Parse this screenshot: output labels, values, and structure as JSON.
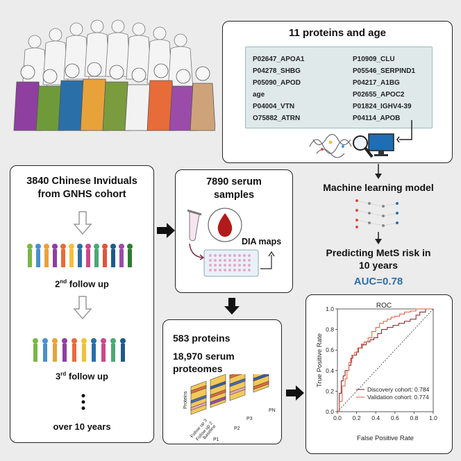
{
  "proteins_panel": {
    "title": "11 proteins and age",
    "items_left": [
      "P02647_APOA1",
      "P04278_SHBG",
      "P05090_APOD",
      "age",
      "P04004_VTN",
      "O75882_ATRN"
    ],
    "items_right": [
      "P10909_CLU",
      "P05546_SERPIND1",
      "P04217_A1BG",
      "P02655_APOC2",
      "P01824_IGHV4-39",
      "P04114_APOB"
    ]
  },
  "cohort_panel": {
    "title_line1": "3840 Chinese Inviduals",
    "title_line2": "from GNHS cohort",
    "follow2_num": "2",
    "follow2_sup": "nd",
    "follow2_rest": " follow up",
    "follow3_num": "3",
    "follow3_sup": "rd",
    "follow3_rest": " follow up",
    "footer": "over 10 years"
  },
  "serum_panel": {
    "title_line1": "7890 serum",
    "title_line2": "samples",
    "dia_label": "DIA maps"
  },
  "proteome_panel": {
    "line1": "583 proteins",
    "line2": "18,970 serum",
    "line3": "proteomes",
    "axis_proteins": "Proteins",
    "axis_followup3": "Follow up 3",
    "axis_followup2": "Follow up 2",
    "axis_baseline": "Baseline",
    "p1": "P1",
    "p2": "P2",
    "p3": "P3",
    "pn": "PN"
  },
  "model": {
    "ml_label": "Machine learning model",
    "predict_line1": "Predicting MetS risk in",
    "predict_line2": "10 years",
    "auc": "AUC=0.78",
    "auc_color": "#2f6ea8"
  },
  "chart_data": {
    "type": "line",
    "title": "ROC",
    "xlabel": "False Positive Rate",
    "ylabel": "True Positive Rate",
    "xlim": [
      0,
      1
    ],
    "ylim": [
      0,
      1
    ],
    "xticks": [
      "0.0",
      "0.2",
      "0.4",
      "0.6",
      "0.8",
      "1.0"
    ],
    "yticks": [
      "0.0",
      "0.2",
      "0.4",
      "0.6",
      "0.8",
      "1.0"
    ],
    "legend_position": "bottom-right",
    "series": [
      {
        "name": "Discovery cohort: 0.784",
        "color": "#7a1a1a",
        "x": [
          0,
          0.02,
          0.04,
          0.06,
          0.08,
          0.1,
          0.12,
          0.14,
          0.16,
          0.2,
          0.22,
          0.26,
          0.3,
          0.34,
          0.38,
          0.42,
          0.46,
          0.52,
          0.58,
          0.64,
          0.7,
          0.76,
          0.82,
          0.86,
          0.92,
          1.0
        ],
        "y": [
          0,
          0.18,
          0.3,
          0.35,
          0.4,
          0.4,
          0.45,
          0.52,
          0.55,
          0.58,
          0.62,
          0.65,
          0.68,
          0.7,
          0.72,
          0.76,
          0.8,
          0.82,
          0.84,
          0.86,
          0.88,
          0.9,
          0.94,
          0.97,
          1.0,
          1.0
        ]
      },
      {
        "name": "Validation cohort: 0.774",
        "color": "#e0553a",
        "x": [
          0,
          0.02,
          0.05,
          0.08,
          0.1,
          0.12,
          0.15,
          0.18,
          0.21,
          0.25,
          0.28,
          0.32,
          0.36,
          0.4,
          0.44,
          0.48,
          0.52,
          0.56,
          0.6,
          0.65,
          0.7,
          0.76,
          0.82,
          0.88,
          0.94,
          1.0
        ],
        "y": [
          0,
          0.1,
          0.25,
          0.32,
          0.4,
          0.48,
          0.55,
          0.58,
          0.62,
          0.66,
          0.68,
          0.72,
          0.78,
          0.82,
          0.86,
          0.88,
          0.9,
          0.92,
          0.93,
          0.95,
          0.97,
          0.98,
          1.0,
          1.0,
          1.0,
          1.0
        ]
      }
    ]
  }
}
